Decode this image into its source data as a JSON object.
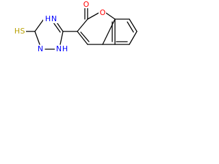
{
  "atoms": {
    "carbonyl_oxygen": "O",
    "ring_oxygen": "O",
    "triazole_n4": "N",
    "triazole_n_h": "H",
    "triazole_n2": "N",
    "triazole_n1": "N",
    "triazole_n1_h": "H",
    "thiol_s": "S",
    "thiol_h": "H"
  },
  "colors": {
    "bond": "#000000",
    "oxygen": "#ff0000",
    "nitrogen": "#0000ff",
    "sulfur": "#b8a000",
    "hydrogen_on_n": "#0000ff",
    "hydrogen_on_s": "#b8a000"
  }
}
